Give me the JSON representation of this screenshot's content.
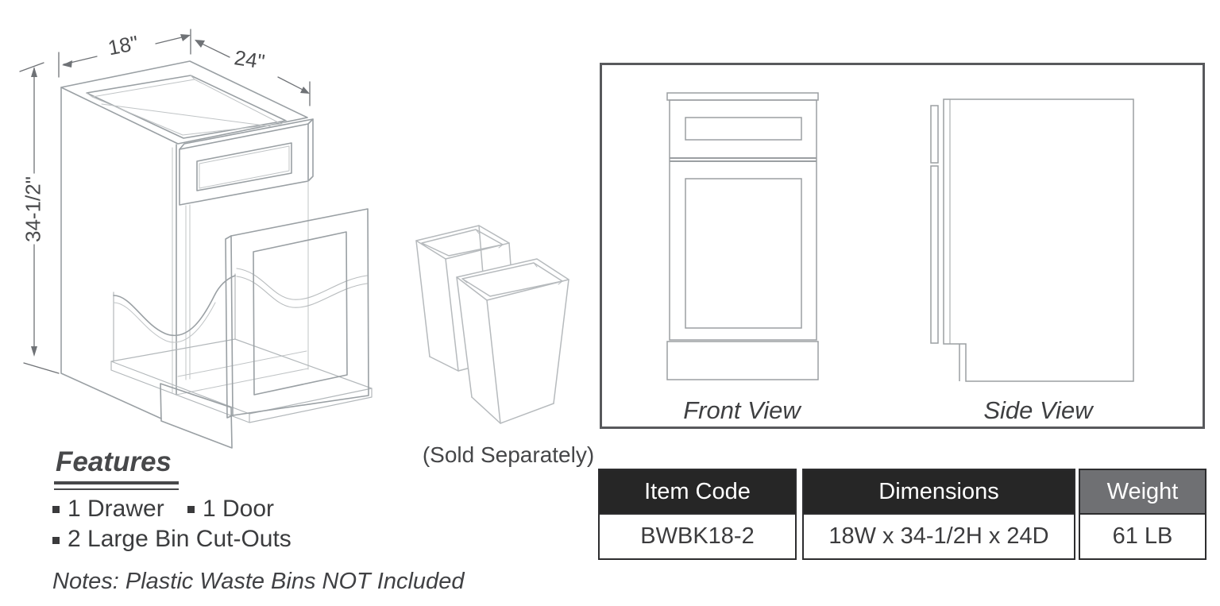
{
  "diagram": {
    "dimensions": {
      "width_label": "18\"",
      "depth_label": "24\"",
      "height_label": "34-1/2\""
    },
    "sold_separately": "(Sold Separately)"
  },
  "views": {
    "front_label": "Front View",
    "side_label": "Side View"
  },
  "features": {
    "title": "Features",
    "items": [
      "1 Drawer",
      "1 Door",
      "2 Large Bin Cut-Outs"
    ],
    "notes": "Notes: Plastic Waste Bins NOT Included"
  },
  "spec_table": {
    "columns": [
      {
        "header": "Item Code",
        "value": "BWBK18-2",
        "header_bg": "#262626"
      },
      {
        "header": "Dimensions",
        "value": "18W x 34-1/2H x 24D",
        "header_bg": "#262626"
      },
      {
        "header": "Weight",
        "value": "61 LB",
        "header_bg": "#6f7073"
      }
    ]
  },
  "colors": {
    "line_art": "#9aa0a4",
    "faint_line": "#c0c4c6",
    "dimension_line": "#6f7276",
    "panel_border": "#58595c",
    "table_border": "#2d2d2f",
    "header_dark_bg": "#262626",
    "header_gray_bg": "#6f7073",
    "header_text": "#ffffff",
    "body_text": "#3c3c3e"
  }
}
